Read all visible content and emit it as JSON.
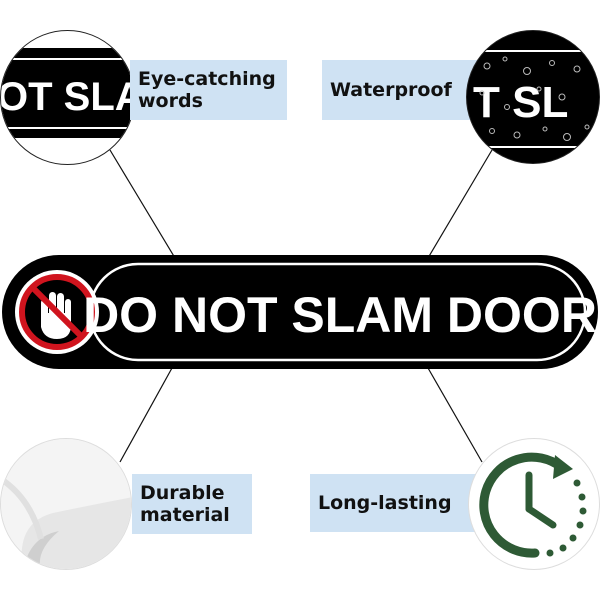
{
  "sign": {
    "text": "DO NOT SLAM DOOR"
  },
  "features": [
    {
      "label_line1": "Eye-catching",
      "label_line2": "words",
      "zoom_text": "OT SLA",
      "icon": "zoomed-sign-text"
    },
    {
      "label_line1": "Waterproof",
      "zoom_text": "T SL",
      "icon": "water-droplets"
    },
    {
      "label_line1": "Durable",
      "label_line2": "material",
      "icon": "peeling-sticker-icon"
    },
    {
      "label_line1": "Long-lasting",
      "icon": "clock-arrow-icon"
    }
  ],
  "colors": {
    "sign_bg": "#000000",
    "label_bg": "#cfe2f3",
    "prohibit_red": "#d0141e",
    "clock_green": "#2e5a35"
  }
}
